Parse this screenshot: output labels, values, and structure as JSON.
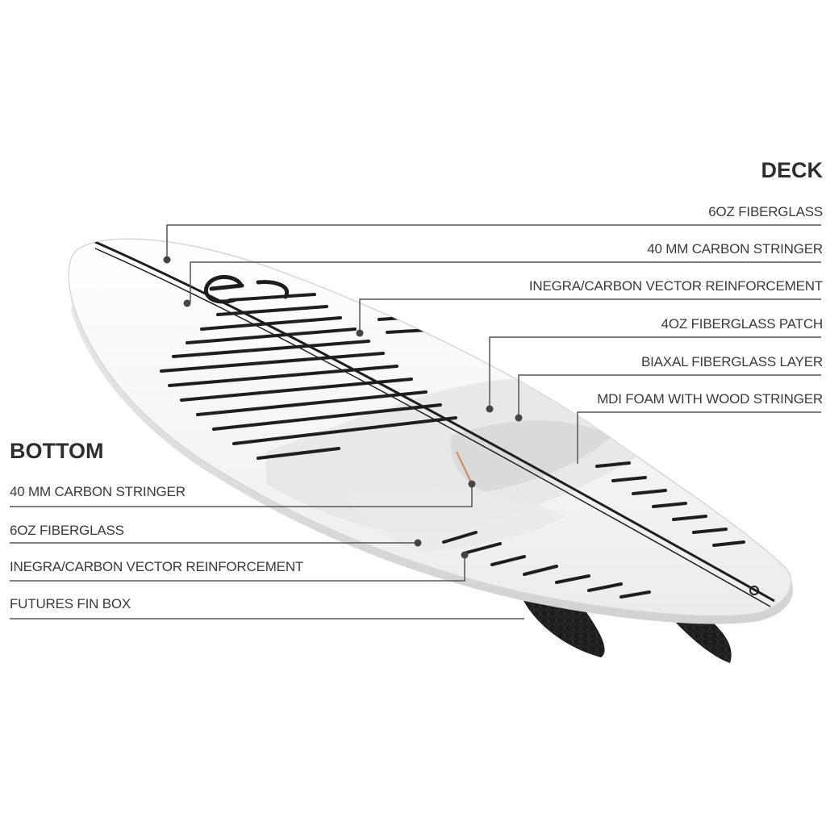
{
  "deck": {
    "heading": "DECK",
    "labels": [
      "6OZ FIBERGLASS",
      "40 MM CARBON STRINGER",
      "INEGRA/CARBON VECTOR REINFORCEMENT",
      "4OZ FIBERGLASS PATCH",
      "BIAXAL FIBERGLASS LAYER",
      "MDI FOAM WITH WOOD STRINGER"
    ]
  },
  "bottom": {
    "heading": "BOTTOM",
    "labels": [
      "40 MM CARBON STRINGER",
      "6OZ FIBERGLASS",
      "INEGRA/CARBON VECTOR REINFORCEMENT",
      "FUTURES FIN BOX"
    ]
  },
  "colors": {
    "leader_line": "#555555",
    "board_white": "#f6f6f6",
    "carbon_black": "#1e1e1e",
    "fin_black": "#1c1c1c",
    "text": "#3a3a3a"
  },
  "icons": {
    "logo": "brand-logo-icon",
    "fins": "fin-icon"
  }
}
